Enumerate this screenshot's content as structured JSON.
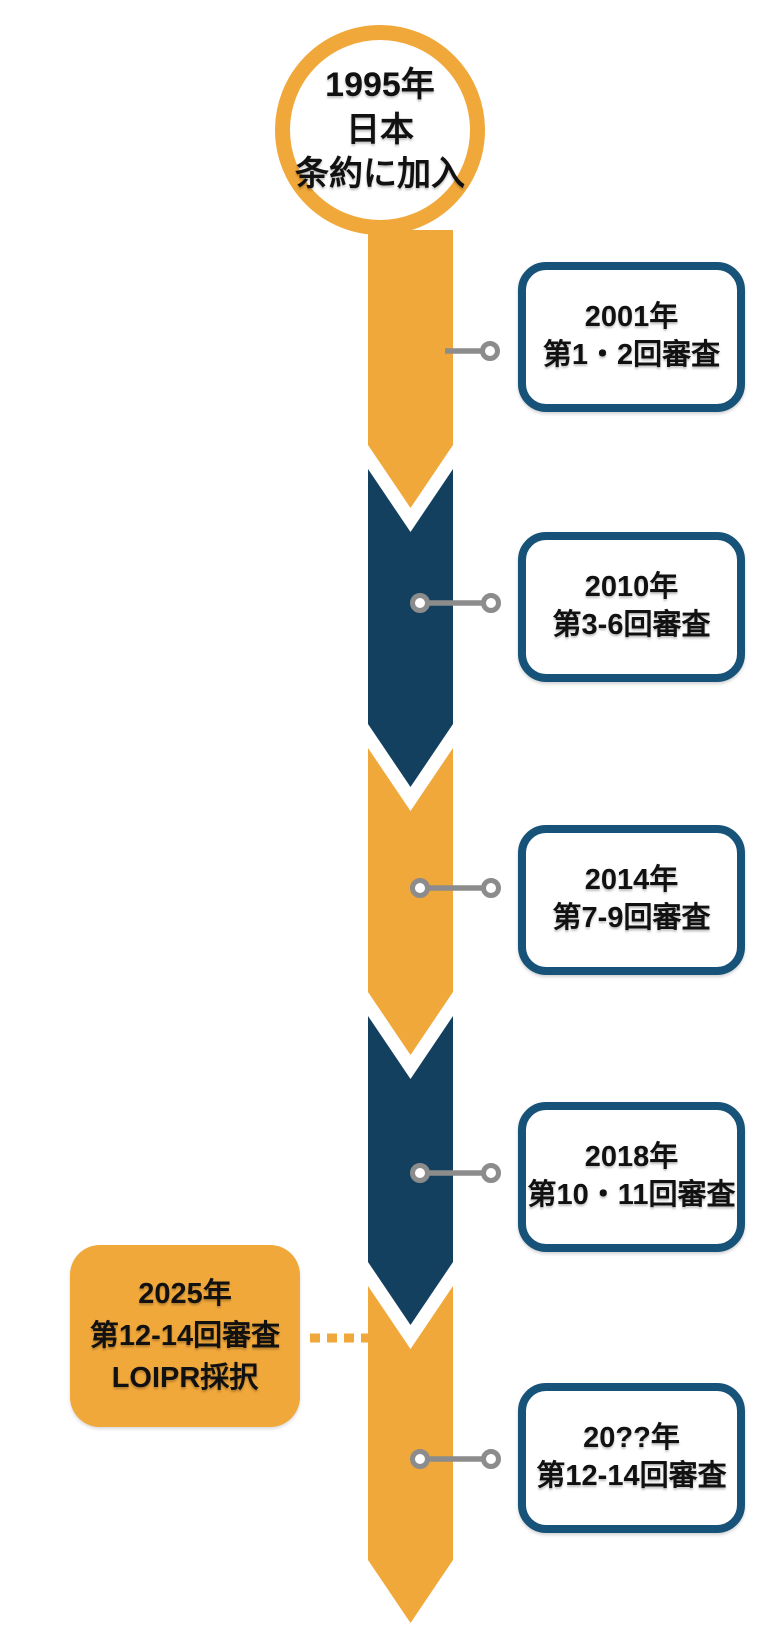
{
  "colors": {
    "orange": "#F1A83B",
    "navy": "#14405F",
    "navy_border": "#175379",
    "connector_gray": "#8C8C8C",
    "text": "#111111",
    "background": "#FFFFFF"
  },
  "start": {
    "lines": [
      "1995年",
      "日本",
      "条約に加入"
    ]
  },
  "milestones": [
    {
      "year": "2001年",
      "label": "第1・2回審査"
    },
    {
      "year": "2010年",
      "label": "第3-6回審査"
    },
    {
      "year": "2014年",
      "label": "第7-9回審査"
    },
    {
      "year": "2018年",
      "label": "第10・11回審査"
    },
    {
      "year": "20??年",
      "label": "第12-14回審査"
    }
  ],
  "highlight": {
    "lines": [
      "2025年",
      "第12-14回審査",
      "LOIPR採択"
    ]
  }
}
